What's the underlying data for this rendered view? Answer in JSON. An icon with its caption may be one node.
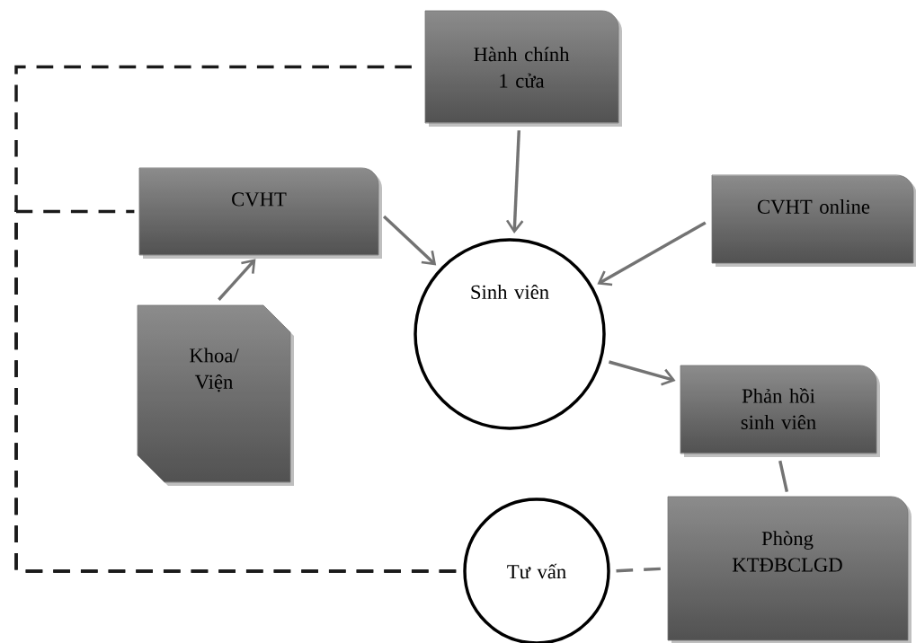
{
  "diagram": {
    "nodes": [
      {
        "text": [
          "Hành chính 1 cửa"
        ]
      },
      {
        "text": [
          "CVHT"
        ]
      },
      {
        "text": [
          "CVHT online"
        ]
      },
      {
        "text": [
          "Sinh viên"
        ]
      },
      {
        "text": [
          "Khoa/ Viện"
        ]
      },
      {
        "text": [
          "Phản hồi sinh viên"
        ]
      },
      {
        "text": [
          "Tư vấn"
        ]
      },
      {
        "text": [
          "Phòng KTĐBCLGD"
        ]
      }
    ],
    "edges": [
      {
        "from": 0,
        "to": 3,
        "arrow": "to"
      },
      {
        "from": 1,
        "to": 3,
        "arrow": "to"
      },
      {
        "from": 2,
        "to": 3,
        "arrow": "to"
      },
      {
        "from": 4,
        "to": 1,
        "arrow": "to"
      },
      {
        "from": 3,
        "to": 5,
        "arrow": "to"
      },
      {
        "from": 5,
        "to": 7,
        "arrow": "none"
      },
      {
        "from": 7,
        "to": 6,
        "arrow": "none",
        "style": "dashed"
      },
      {
        "from": 6,
        "to": 1,
        "arrow": "none",
        "style": "dashed",
        "color": "#1a1a1a"
      },
      {
        "from": 6,
        "to": 0,
        "arrow": "none",
        "style": "dashed",
        "color": "#1a1a1a"
      }
    ]
  }
}
